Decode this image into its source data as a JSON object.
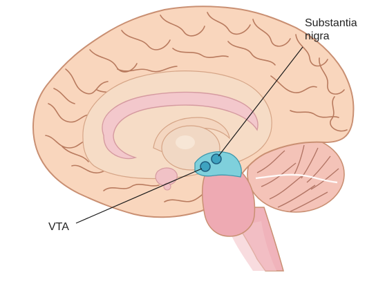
{
  "labels": {
    "substantia_nigra_line1": "Substantia",
    "substantia_nigra_line2": "nigra",
    "vta": "VTA"
  },
  "colors": {
    "cortex_fill": "#f9d7be",
    "cortex_outline": "#c98f72",
    "sulcus": "#b5755a",
    "corpus_callosum": "#f3c9cc",
    "thalamus": "#f1dcc8",
    "brainstem": "#eeaab3",
    "highlight": "#7fd0dc",
    "highlight_outline": "#1f6f88",
    "cerebellum": "#f3c0b6",
    "leader_line": "#1a1a1a"
  }
}
